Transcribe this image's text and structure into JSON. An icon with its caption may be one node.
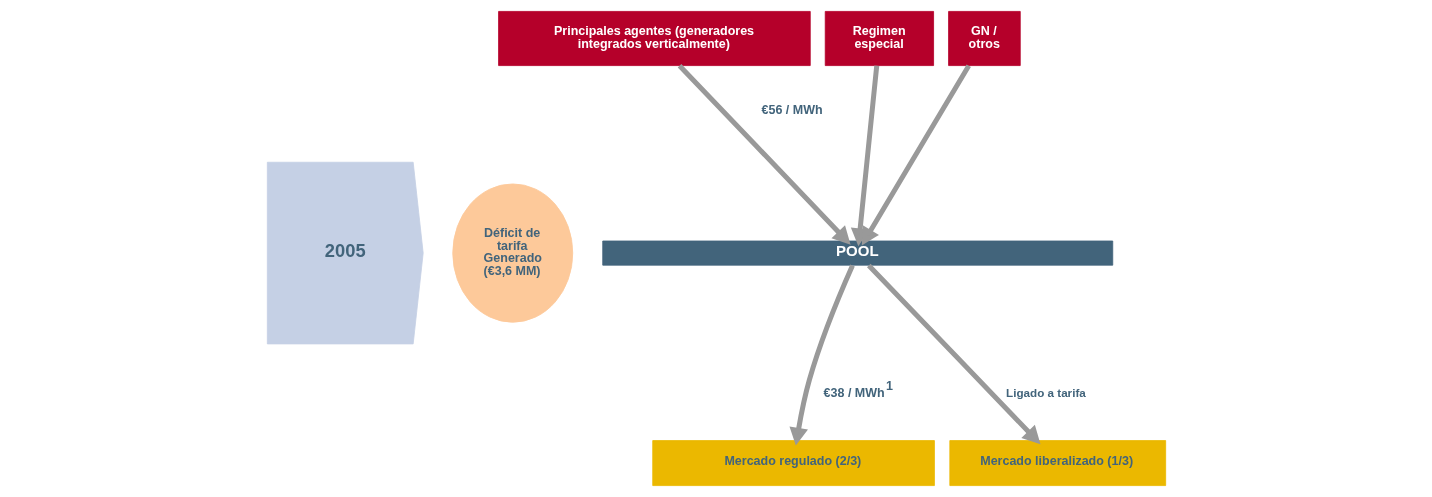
{
  "diagram": {
    "nodes": [
      {
        "text": [
          "2005"
        ]
      },
      {
        "text": [
          "Déficit de tarifa Generado (€3,6 MM)"
        ]
      },
      {
        "text": [
          "Principales agentes (generadores integrados verticalmente)"
        ]
      },
      {
        "text": [
          "Regimen especial"
        ]
      },
      {
        "text": [
          "GN / otros"
        ]
      },
      {
        "text": [
          "POOL"
        ]
      },
      {
        "text": [
          "Mercado regulado (2/3)"
        ]
      },
      {
        "text": [
          "Mercado liberalizado (1/3)"
        ]
      }
    ],
    "edges": [
      {
        "from": 2,
        "to": 5,
        "arrow": "to"
      },
      {
        "from": 3,
        "to": 5,
        "arrow": "to"
      },
      {
        "from": 4,
        "to": 5,
        "arrow": "to"
      },
      {
        "from": 5,
        "to": 6,
        "arrow": "to"
      },
      {
        "from": 5,
        "to": 7,
        "arrow": "to",
        "label": "Ligado a tarifa"
      }
    ],
    "labels": [
      "€56 / MWh",
      "€38 / MWh$^{1}$"
    ]
  }
}
